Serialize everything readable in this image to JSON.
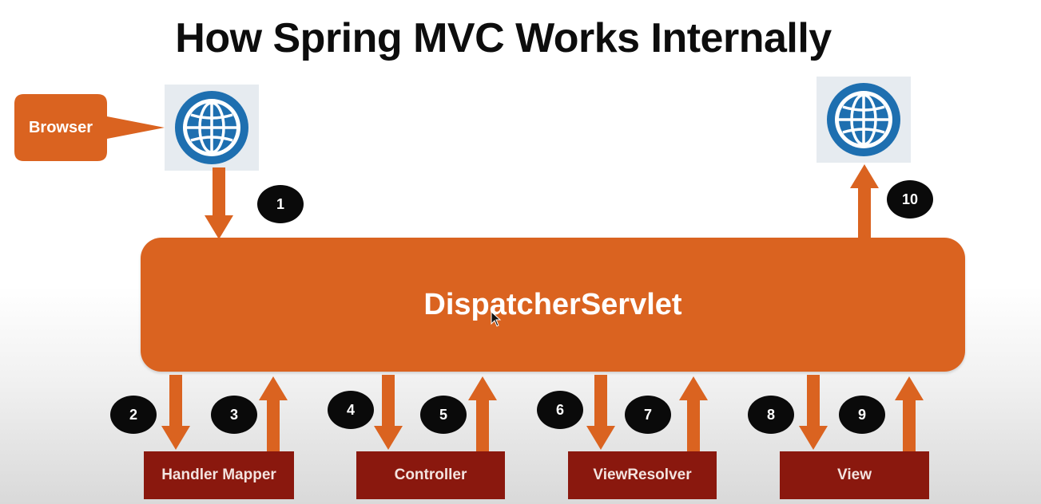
{
  "title": "How Spring MVC Works Internally",
  "browser": {
    "label": "Browser"
  },
  "dispatcher": {
    "label": "DispatcherServlet"
  },
  "components": [
    {
      "label": "Handler Mapper"
    },
    {
      "label": "Controller"
    },
    {
      "label": "ViewResolver"
    },
    {
      "label": "View"
    }
  ],
  "steps": [
    "1",
    "2",
    "3",
    "4",
    "5",
    "6",
    "7",
    "8",
    "9",
    "10"
  ],
  "colors": {
    "accent": "#da6320",
    "component": "#8a180e",
    "badge": "#0a0a0a",
    "globe": "#1e6fb0"
  },
  "icons": [
    "globe-icon",
    "cursor-icon"
  ]
}
